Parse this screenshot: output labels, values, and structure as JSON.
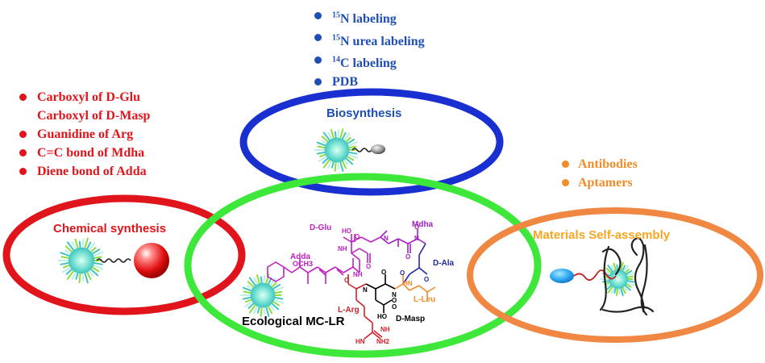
{
  "labeling_list": {
    "color": "#1f4fb5",
    "items": [
      {
        "sup": "15",
        "text": "N labeling"
      },
      {
        "sup": "15",
        "text": "N urea labeling"
      },
      {
        "sup": "14",
        "text": "C labeling"
      },
      {
        "sup": "",
        "text": "PDB"
      }
    ]
  },
  "chemical_sites": {
    "color": "#e0141b",
    "items": [
      {
        "text": "Carboxyl of D-Glu",
        "bullet": true
      },
      {
        "text": "Carboxyl of D-Masp",
        "bullet": false
      },
      {
        "text": "Guanidine of Arg",
        "bullet": true
      },
      {
        "text": "C=C bond  of Mdha",
        "bullet": true
      },
      {
        "text": "Diene bond of Adda",
        "bullet": true
      }
    ]
  },
  "recognition_list": {
    "color": "#f08c2a",
    "items": [
      "Antibodies",
      "Aptamers"
    ]
  },
  "circles": {
    "biosynthesis": {
      "label": "Biosynthesis",
      "color": "#1a2fd0",
      "label_color": "#1f4fb5"
    },
    "chemical": {
      "label": "Chemical synthesis",
      "color": "#e0141b",
      "label_color": "#e0141b"
    },
    "ecological": {
      "label": "Ecological MC-LR",
      "color": "#3ee83a",
      "label_color": "#000000"
    },
    "materials": {
      "label": "Materials Self-assembly",
      "color": "#f08844",
      "label_color": "#f5a623"
    }
  },
  "molecule": {
    "residues": [
      {
        "name": "D-Glu",
        "color": "#c020c0"
      },
      {
        "name": "Mdha",
        "color": "#a020c0"
      },
      {
        "name": "D-Ala",
        "color": "#1e2aa0"
      },
      {
        "name": "Adda",
        "color": "#c020c0"
      },
      {
        "name": "OCH3",
        "color": "#c020c0"
      },
      {
        "name": "L-Arg",
        "color": "#d0202a"
      },
      {
        "name": "L-Leu",
        "color": "#f08c2a"
      },
      {
        "name": "D-Masp",
        "color": "#000000"
      }
    ],
    "atoms": [
      "HO",
      "O",
      "O",
      "O",
      "NH",
      "N",
      "O",
      "N",
      "O",
      "NH",
      "HN",
      "O",
      "O",
      "O",
      "N",
      "N",
      "O",
      "HO",
      "O",
      "NH",
      "HN",
      "NH2"
    ]
  },
  "icons": [
    "cyanobacteria-cell-icon",
    "sphere-icon",
    "tail-icon",
    "aptamer-strand-icon"
  ]
}
